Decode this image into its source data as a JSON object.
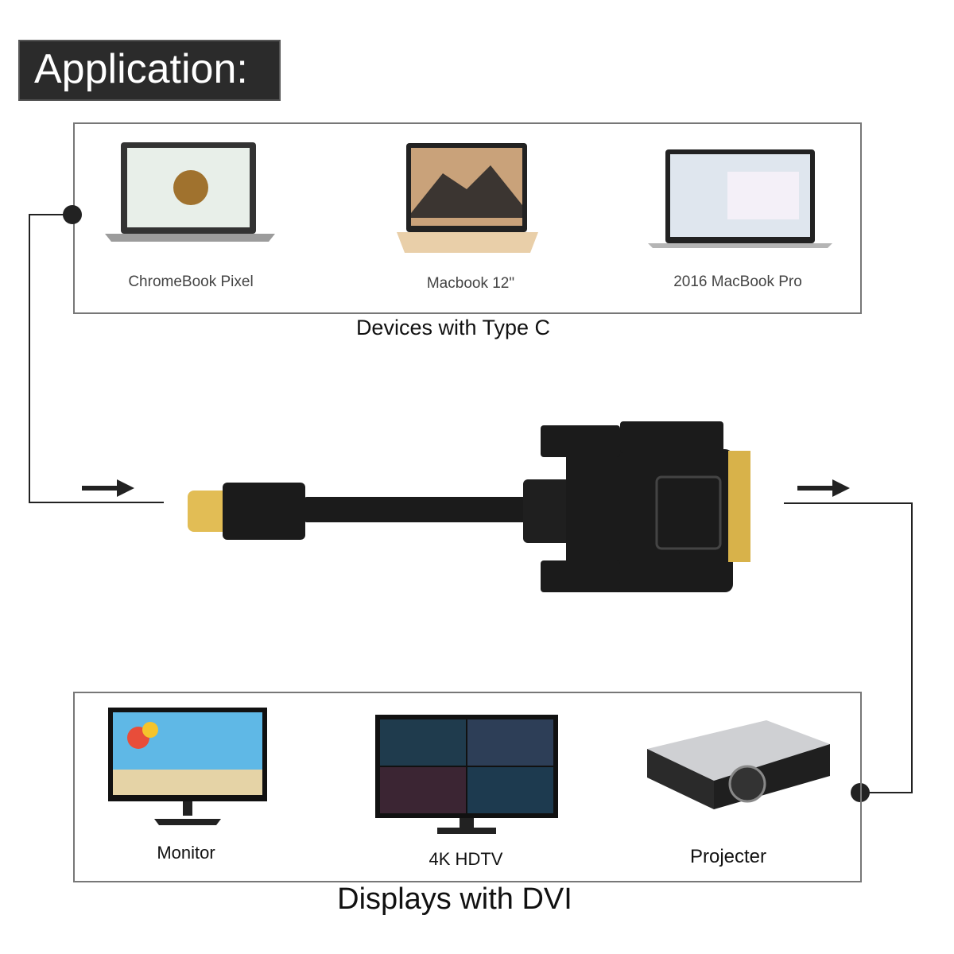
{
  "title": "Application:",
  "sources": {
    "caption": "Devices with Type C",
    "items": [
      {
        "label": "ChromeBook Pixel"
      },
      {
        "label": "Macbook 12\""
      },
      {
        "label": "2016 MacBook Pro"
      }
    ]
  },
  "displays": {
    "caption": "Displays with DVI",
    "items": [
      {
        "label": "Monitor"
      },
      {
        "label": "4K HDTV"
      },
      {
        "label": "Projecter"
      }
    ]
  },
  "colors": {
    "connector_gold": "#d8b24a",
    "cable": "#1b1b1b"
  }
}
